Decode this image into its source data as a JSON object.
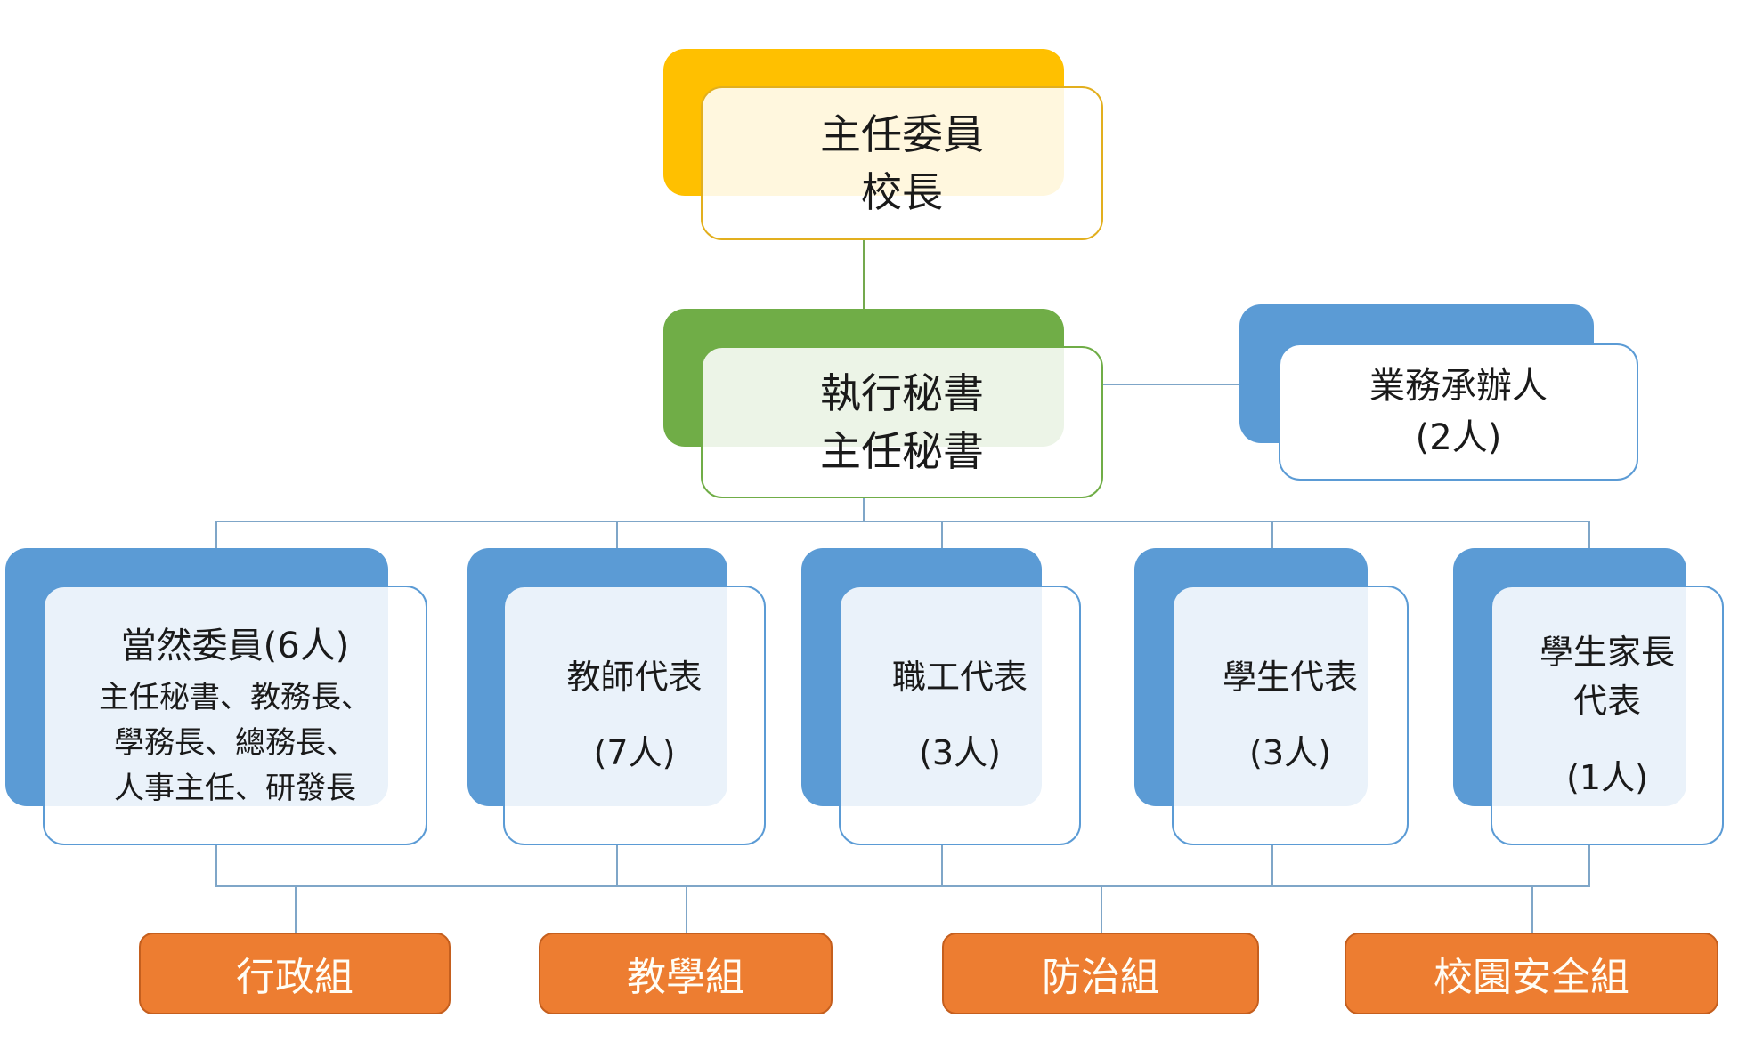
{
  "diagram": {
    "type": "org-chart",
    "nodes": {
      "chairman": {
        "line1": "主任委員",
        "line2": "校長"
      },
      "executive_secretary": {
        "line1": "執行秘書",
        "line2": "主任秘書"
      },
      "case_officers": {
        "line1": "業務承辦人",
        "line2": "(2人)"
      },
      "ex_officio_members": {
        "title": "當然委員(6人)",
        "member1": "主任秘書、教務長、",
        "member2": "學務長、總務長、",
        "member3": "人事主任、研發長"
      },
      "teacher_reps": {
        "line1": "教師代表",
        "line2": "(7人)"
      },
      "staff_reps": {
        "line1": "職工代表",
        "line2": "(3人)"
      },
      "student_reps": {
        "line1": "學生代表",
        "line2": "(3人)"
      },
      "parent_reps": {
        "line1": "學生家長",
        "line2": "代表",
        "line3": "(1人)"
      },
      "admin_group": {
        "label": "行政組"
      },
      "teaching_group": {
        "label": "教學組"
      },
      "prevention_group": {
        "label": "防治組"
      },
      "campus_safety_group": {
        "label": "校園安全組"
      }
    },
    "colors": {
      "chairman_fill": "#FFC000",
      "chairman_border": "#E2AF1E",
      "secretary_fill": "#70AD47",
      "member_fill": "#5B9BD5",
      "group_fill": "#ED7D31",
      "group_border": "#C55F1E",
      "connector": "#7FA6C8",
      "connector_green": "#74A94E",
      "text": "#1A1A1A",
      "group_text": "#FFFFFF"
    }
  }
}
